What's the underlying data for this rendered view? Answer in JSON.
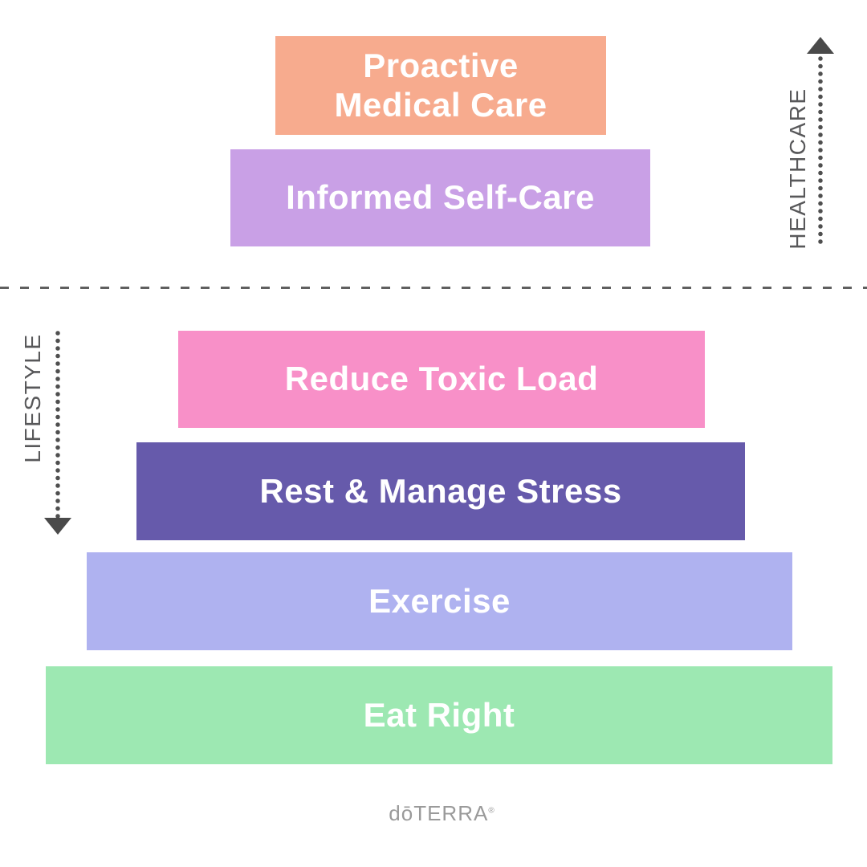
{
  "title": "Wellness pyramid infographic",
  "levels": [
    {
      "label": "Proactive\nMedical Care",
      "color": "#f7ab8e",
      "section": "healthcare"
    },
    {
      "label": "Informed Self-Care",
      "color": "#c9a0e6",
      "section": "healthcare"
    },
    {
      "label": "Reduce Toxic Load",
      "color": "#f890c8",
      "section": "lifestyle"
    },
    {
      "label": "Rest & Manage Stress",
      "color": "#665aab",
      "section": "lifestyle"
    },
    {
      "label": "Exercise",
      "color": "#afb2f0",
      "section": "lifestyle"
    },
    {
      "label": "Eat Right",
      "color": "#9de8b2",
      "section": "lifestyle"
    }
  ],
  "sections": {
    "healthcare": {
      "label": "HEALTHCARE",
      "arrow_direction": "up"
    },
    "lifestyle": {
      "label": "LIFESTYLE",
      "arrow_direction": "down"
    }
  },
  "divider": {
    "style": "dashed"
  },
  "footer": {
    "brand": "dōTERRA",
    "registered_mark": "®"
  },
  "palette": {
    "background": "#ffffff",
    "bar_text": "#ffffff",
    "annotation": "#58585a",
    "arrow": "#4a4a4a",
    "divider": "#5f5f5f",
    "brand": "#9a9a9a"
  }
}
